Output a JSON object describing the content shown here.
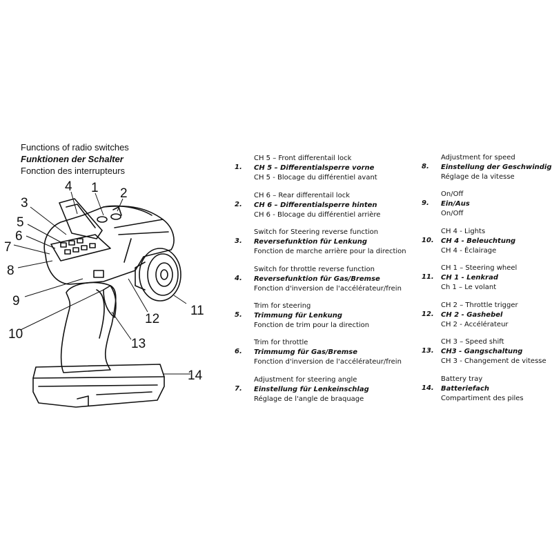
{
  "heading": {
    "en": "Functions of radio switches",
    "de": "Funktionen der Schalter",
    "fr": "Fonction des interrupteurs"
  },
  "callouts": [
    "1",
    "2",
    "3",
    "4",
    "5",
    "6",
    "7",
    "8",
    "9",
    "10",
    "11",
    "12",
    "13",
    "14"
  ],
  "entries": [
    {
      "num": "1.",
      "en": "CH 5 – Front differentail lock",
      "de": "CH 5 – Differentialsperre vorne",
      "fr": "CH 5 - Blocage du différentiel avant"
    },
    {
      "num": "2.",
      "en": "CH 6 – Rear differentail lock",
      "de": "CH 6 – Differentialsperre hinten",
      "fr": "CH 6 - Blocage du différentiel arrière"
    },
    {
      "num": "3.",
      "en": "Switch for Steering reverse function",
      "de": "Reversefunktion für Lenkung",
      "fr": "Fonction de marche arrière pour la direction"
    },
    {
      "num": "4.",
      "en": "Switch for throttle reverse function",
      "de": "Reversefunktion für Gas/Bremse",
      "fr": "Fonction d'inversion de l'accélérateur/frein"
    },
    {
      "num": "5.",
      "en": "Trim for steering",
      "de": "Trimmung für Lenkung",
      "fr": "Fonction de trim pour la direction"
    },
    {
      "num": "6.",
      "en": "Trim for throttle",
      "de": "Trimmumg für Gas/Bremse",
      "fr": "Fonction d'inversion de l'accélérateur/frein"
    },
    {
      "num": "7.",
      "en": "Adjustment for steering angle",
      "de": "Einstellung für Lenkeinschlag",
      "fr": "Réglage de l'angle de braquage"
    },
    {
      "num": "8.",
      "en": "Adjustment for speed",
      "de": "Einstellung der Geschwindigkeit",
      "fr": "Réglage de la vitesse"
    },
    {
      "num": "9.",
      "en": "On/Off",
      "de": "Ein/Aus",
      "fr": "On/Off"
    },
    {
      "num": "10.",
      "en": "CH 4 - Lights",
      "de": "CH 4 - Beleuchtung",
      "fr": "CH 4 - Éclairage"
    },
    {
      "num": "11.",
      "en": "CH 1 – Steering wheel",
      "de": "CH 1 - Lenkrad",
      "fr": "Ch 1 – Le volant"
    },
    {
      "num": "12.",
      "en": "CH 2 – Throttle trigger",
      "de": "CH 2 - Gashebel",
      "fr": "CH 2 - Accélérateur"
    },
    {
      "num": "13.",
      "en": "CH 3 – Speed shift",
      "de": "CH3 - Gangschaltung",
      "fr": "CH 3 - Changement de vitesse"
    },
    {
      "num": "14.",
      "en": "Battery tray",
      "de": "Batteriefach",
      "fr": "Compartiment des piles"
    }
  ]
}
